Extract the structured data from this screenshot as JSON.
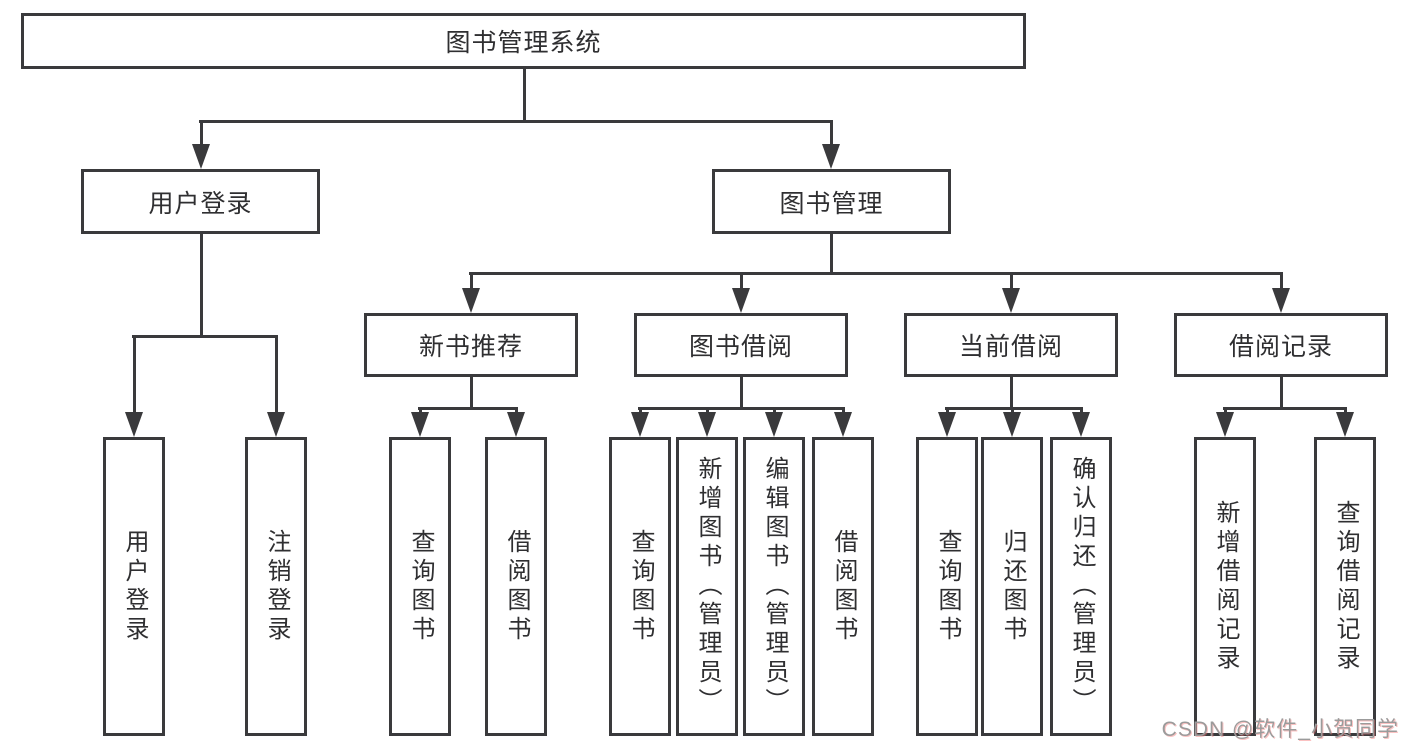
{
  "diagram": {
    "root": {
      "label": "图书管理系统"
    },
    "level2": [
      {
        "label": "用户登录"
      },
      {
        "label": "图书管理"
      }
    ],
    "level3": [
      {
        "label": "新书推荐",
        "parent": "图书管理"
      },
      {
        "label": "图书借阅",
        "parent": "图书管理"
      },
      {
        "label": "当前借阅",
        "parent": "图书管理"
      },
      {
        "label": "借阅记录",
        "parent": "图书管理"
      }
    ],
    "leaves": [
      {
        "label": "用户登录",
        "parent": "用户登录"
      },
      {
        "label": "注销登录",
        "parent": "用户登录"
      },
      {
        "label": "查询图书",
        "parent": "新书推荐"
      },
      {
        "label": "借阅图书",
        "parent": "新书推荐"
      },
      {
        "label": "查询图书",
        "parent": "图书借阅"
      },
      {
        "label": "新增图书（管理员）",
        "parent": "图书借阅"
      },
      {
        "label": "编辑图书（管理员）",
        "parent": "图书借阅"
      },
      {
        "label": "借阅图书",
        "parent": "图书借阅"
      },
      {
        "label": "查询图书",
        "parent": "当前借阅"
      },
      {
        "label": "归还图书",
        "parent": "当前借阅"
      },
      {
        "label": "确认归还（管理员）",
        "parent": "当前借阅"
      },
      {
        "label": "新增借阅记录",
        "parent": "借阅记录"
      },
      {
        "label": "查询借阅记录",
        "parent": "借阅记录"
      }
    ]
  },
  "watermark": {
    "text": "CSDN @软件_小贺同学"
  },
  "colors": {
    "line": "#3a3a3c",
    "text": "#2f2f31",
    "watermark": "#9b9b9b",
    "background": "#ffffff"
  }
}
